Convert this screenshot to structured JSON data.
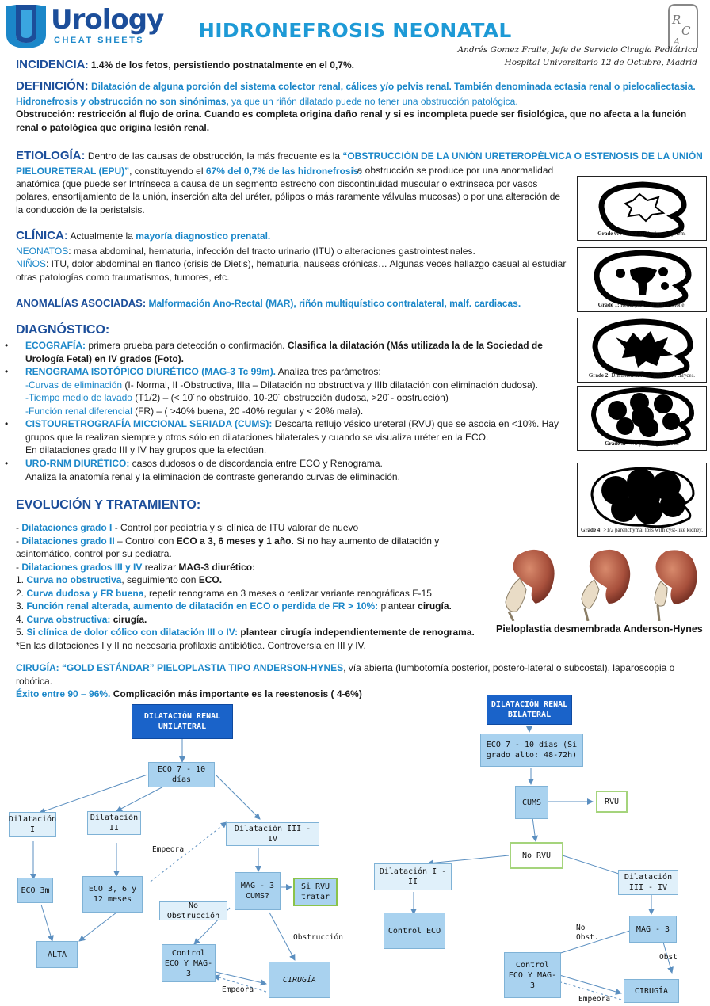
{
  "header": {
    "logo_word": "Urology",
    "logo_sub": "CHEAT SHEETS",
    "title": "HIDRONEFROSIS NEONATAL",
    "author_line1": "Andrés Gomez Fraile, Jefe de Servicio Cirugía Pediátrica",
    "author_line2": "Hospital Universitario 12 de Octubre, Madrid"
  },
  "incidencia": {
    "heading": "INCIDENCIA",
    "text": "1.4% de los fetos, persistiendo postnatalmente en el 0,7%."
  },
  "definicion": {
    "heading": "DEFINICIÓN:",
    "blue1": "Dilatación de alguna porción del sistema colector renal, cálices y/o pelvis renal. También denominada ectasia renal o pielocaliectasia.",
    "blue2": "Hidronefrosis y obstrucción no son sinónimas,",
    "blue2_rest": " ya que un riñón dilatado puede no tener una obstrucción patológica.",
    "obstr_label": "Obstrucción",
    "obstr_text": ": restricción al flujo de orina. Cuando es completa origina daño renal y si es incompleta puede ser fisiológica, que no afecta a la función renal o patológica que origina lesión renal."
  },
  "etiologia": {
    "heading": "ETIOLOGÍA:",
    "t1": " Dentro de las causas de obstrucción, la más frecuente es la ",
    "t2": "“OBSTRUCCIÓN DE LA UNIÓN URETEROPÉLVICA O ESTENOSIS DE LA UNIÓN PIELOURETERAL (EPU)”",
    "t3": ", constituyendo el ",
    "t4": "67% del 0,7% de las hidronefrosis.",
    "t5": " La obstrucción se produce por una anormalidad anatómica (que puede ser Intrínseca a causa de un segmento estrecho con discontinuidad muscular o extrínseca por vasos polares, ensortijamiento de la unión, inserción alta del uréter, pólipos o más raramente válvulas mucosas) o por una alteración de la conducción de la peristalsis."
  },
  "clinica": {
    "heading": "CLÍNICA:",
    "t1": " Actualmente la ",
    "t2": "mayoría diagnostico prenatal.",
    "neonatos_label": "NEONATOS",
    "neonatos_text": ": masa abdominal, hematuria, infección del tracto urinario (ITU) o alteraciones gastrointestinales.",
    "ninos_label": "NIÑOS",
    "ninos_text": ": ITU, dolor abdominal en flanco (crisis de Dietls), hematuria, nauseas crónicas… Algunas veces hallazgo casual al estudiar otras patologías como traumatismos, tumores, etc."
  },
  "anomalias": {
    "heading": "ANOMALÍAS ASOCIADAS:",
    "text": " Malformación Ano-Rectal (MAR), riñón multiquístico contralateral, malf. cardiacas."
  },
  "diagnostico": {
    "heading": "DIAGNÓSTICO:",
    "eco_label": "ECOGRAFÍA:",
    "eco_text": " primera prueba para detección o confirmación. ",
    "eco_bold": "Clasifica la dilatación (Más utilizada la de la Sociedad de Urología Fetal) en IV grados (Foto).",
    "reno_label": "RENOGRAMA ISOTÓPICO DIURÉTICO (MAG-3 Tc 99m).",
    "reno_text": " Analiza tres parámetros:",
    "curvas_label": "-Curvas de eliminación",
    "curvas_text": " (I- Normal, II -Obstructiva, IIIa – Dilatación no obstructiva y IIIb dilatación con eliminación dudosa).",
    "tiempo_label": "-Tiempo medio de lavado",
    "tiempo_text": " (T1/2) – (< 10´no obstruido, 10-20´ obstrucción dudosa, >20´- obstrucción)",
    "funcion_label": "-Función renal diferencial",
    "funcion_text": " (FR) – ( >40% buena, 20 -40% regular y < 20% mala).",
    "cums_label": "CISTOURETROGRAFÍA MICCIONAL SERIADA (CUMS):",
    "cums_text": " Descarta reflujo vésico ureteral (RVU) que se asocia en <10%. Hay grupos que la realizan siempre y otros sólo en dilataciones bilaterales y cuando se visualiza uréter en la ECO.",
    "cums_text2": "En dilataciones grado III y IV hay grupos que la efectúan.",
    "uro_label": "URO-RNM DIURÉTICO:",
    "uro_text": " casos dudosos o de discordancia entre ECO y Renograma.",
    "uro_text2": "Analiza la anatomía renal y la eliminación de contraste generando curvas de eliminación."
  },
  "evolucion": {
    "heading": "EVOLUCIÓN Y TRATAMIENTO:",
    "l1a": "- ",
    "l1b": "Dilataciones grado I",
    "l1c": " - Control por pediatría y si clínica de ITU valorar de nuevo",
    "l2b": "Dilataciones grado II",
    "l2c": " – Control con ",
    "l2d": "ECO a 3, 6 meses y 1 año.",
    "l2e": " Si no hay aumento de dilatación y asintomático, control por su pediatra.",
    "l3b": "Dilataciones grados III y IV",
    "l3c": " realizar ",
    "l3d": "MAG-3 diurético:",
    "n1a": "1. ",
    "n1b": "Curva no obstructiva",
    "n1c": ", seguimiento con ",
    "n1d": "ECO.",
    "n2a": "2. ",
    "n2b": "Curva dudosa y FR buena",
    "n2c": ", repetir renograma en 3 meses o realizar variante renográficas F-15",
    "n3a": "3. ",
    "n3b": "Función renal alterada, aumento de dilatación en ECO o perdida de FR > 10%:",
    "n3c": " plantear ",
    "n3d": "cirugía.",
    "n4a": "4. ",
    "n4b": "Curva obstructiva:",
    "n4c": " cirugía.",
    "n5a": "5. ",
    "n5b": "Si clínica de dolor cólico con dilatación III o IV:",
    "n5c": "  plantear cirugía independientemente de renograma.",
    "note": "*En las dilataciones I y II no necesaria profilaxis antibiótica. Controversia en III y IV."
  },
  "cirugia": {
    "label": "CIRUGÍA: “GOLD ESTÁNDAR” PIELOPLASTIA TIPO ANDERSON-HYNES",
    "text": ", vía abierta (lumbotomía posterior, postero-lateral o subcostal), laparoscopia o robótica.",
    "exito": "Éxito entre 90 – 96%.",
    "comp": " Complicación más importante es la reestenosis ( 4-6%)"
  },
  "grades": [
    {
      "label": "Grade 0:",
      "text": " Normal pelvicalyceal system."
    },
    {
      "label": "Grade 1:",
      "text": " Renal pelvic dilatation alone."
    },
    {
      "label": "Grade 2:",
      "text": " Dilatation of renal pelvis and calyces."
    },
    {
      "label": "Grade 3:",
      "text": " <1/2 parenchymal loss."
    },
    {
      "label": "Grade 4:",
      "text": " >1/2 parenchymal loss with cyst-like kidney."
    }
  ],
  "kidney_caption": "Pieloplastia desmembrada Anderson-Hynes",
  "flow_unilateral": {
    "root": "DILATACIÓN RENAL UNILATERAL",
    "eco": "ECO 7 - 10 días",
    "d1": "Dilatación I",
    "d2": "Dilatación II",
    "d34": "Dilatación III - IV",
    "eco3m": "ECO 3m",
    "eco3612": "ECO 3, 6 y 12 meses",
    "mag": "MAG - 3 CUMS?",
    "sirvu": "Si RVU tratar",
    "noobs": "No Obstrucción",
    "control": "Control ECO Y MAG-3",
    "cirugia": "CIRUGÍA",
    "alta": "ALTA",
    "empeora1": "Empeora",
    "empeora2": "Empeora",
    "obstruccion": "Obstrucción"
  },
  "flow_bilateral": {
    "root": "DILATACIÓN RENAL BILATERAL",
    "eco": "ECO 7 - 10 días (Si grado alto: 48-72h)",
    "cums": "CUMS",
    "rvu": "RVU",
    "norvu": "No RVU",
    "d12": "Dilatación I - II",
    "d34": "Dilatación III - IV",
    "control_eco": "Control ECO",
    "mag": "MAG - 3",
    "control": "Control ECO Y MAG-3",
    "cirugia": "CIRUGÍA",
    "no_obst": "No Obst.",
    "obst": "Obst",
    "empeora": "Empeora"
  }
}
